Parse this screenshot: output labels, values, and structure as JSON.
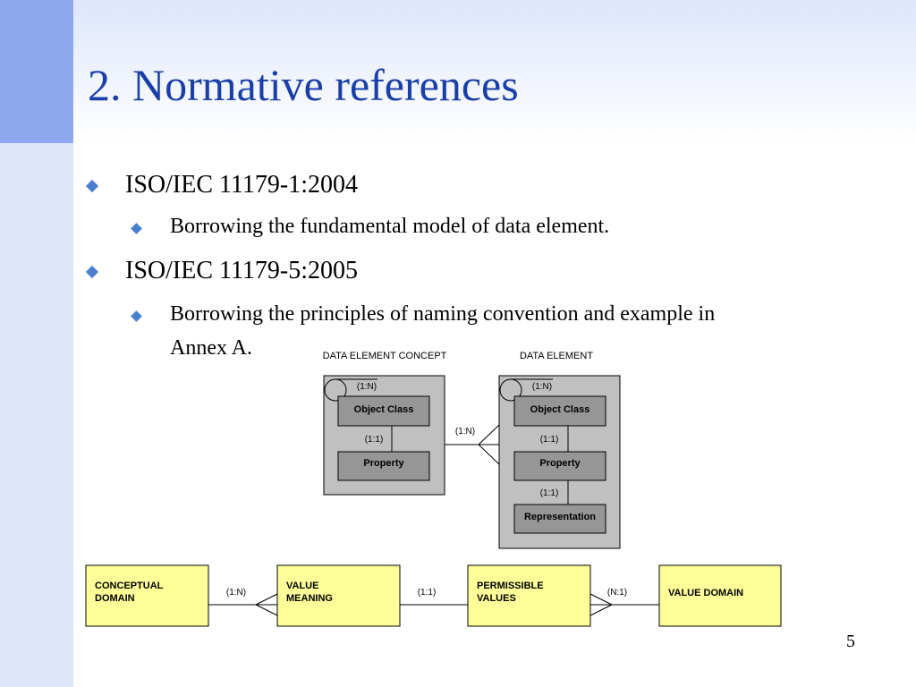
{
  "slide": {
    "title": "2. Normative references",
    "page_number": "5"
  },
  "bullets": [
    {
      "text": "ISO/IEC 11179-1:2004",
      "sub": [
        "Borrowing the fundamental model of data element."
      ]
    },
    {
      "text": "ISO/IEC 11179-5:2005",
      "sub": [
        "Borrowing the principles of naming convention and example in",
        "Annex A."
      ]
    }
  ],
  "diagram": {
    "group_labels": {
      "dec": "DATA ELEMENT CONCEPT",
      "de": "DATA ELEMENT"
    },
    "dec": {
      "self_rel": "(1:N)",
      "object_class": "Object Class",
      "oc_prop_rel": "(1:1)",
      "property": "Property"
    },
    "link_rel": "(1:N)",
    "de": {
      "self_rel": "(1:N)",
      "object_class": "Object Class",
      "oc_prop_rel": "(1:1)",
      "property": "Property",
      "prop_rep_rel": "(1:1)",
      "representation": "Representation"
    },
    "domain_row": {
      "conceptual_domain": [
        "CONCEPTUAL",
        "DOMAIN"
      ],
      "rel1": "(1:N)",
      "value_meaning": [
        "VALUE",
        "MEANING"
      ],
      "rel2": "(1:1)",
      "permissible_values": [
        "PERMISSIBLE",
        "VALUES"
      ],
      "rel3": "(N:1)",
      "value_domain": "VALUE DOMAIN"
    },
    "colors": {
      "group_fill": "#c0c0c0",
      "entity_fill": "#969696",
      "domain_fill": "#ffff99"
    }
  }
}
